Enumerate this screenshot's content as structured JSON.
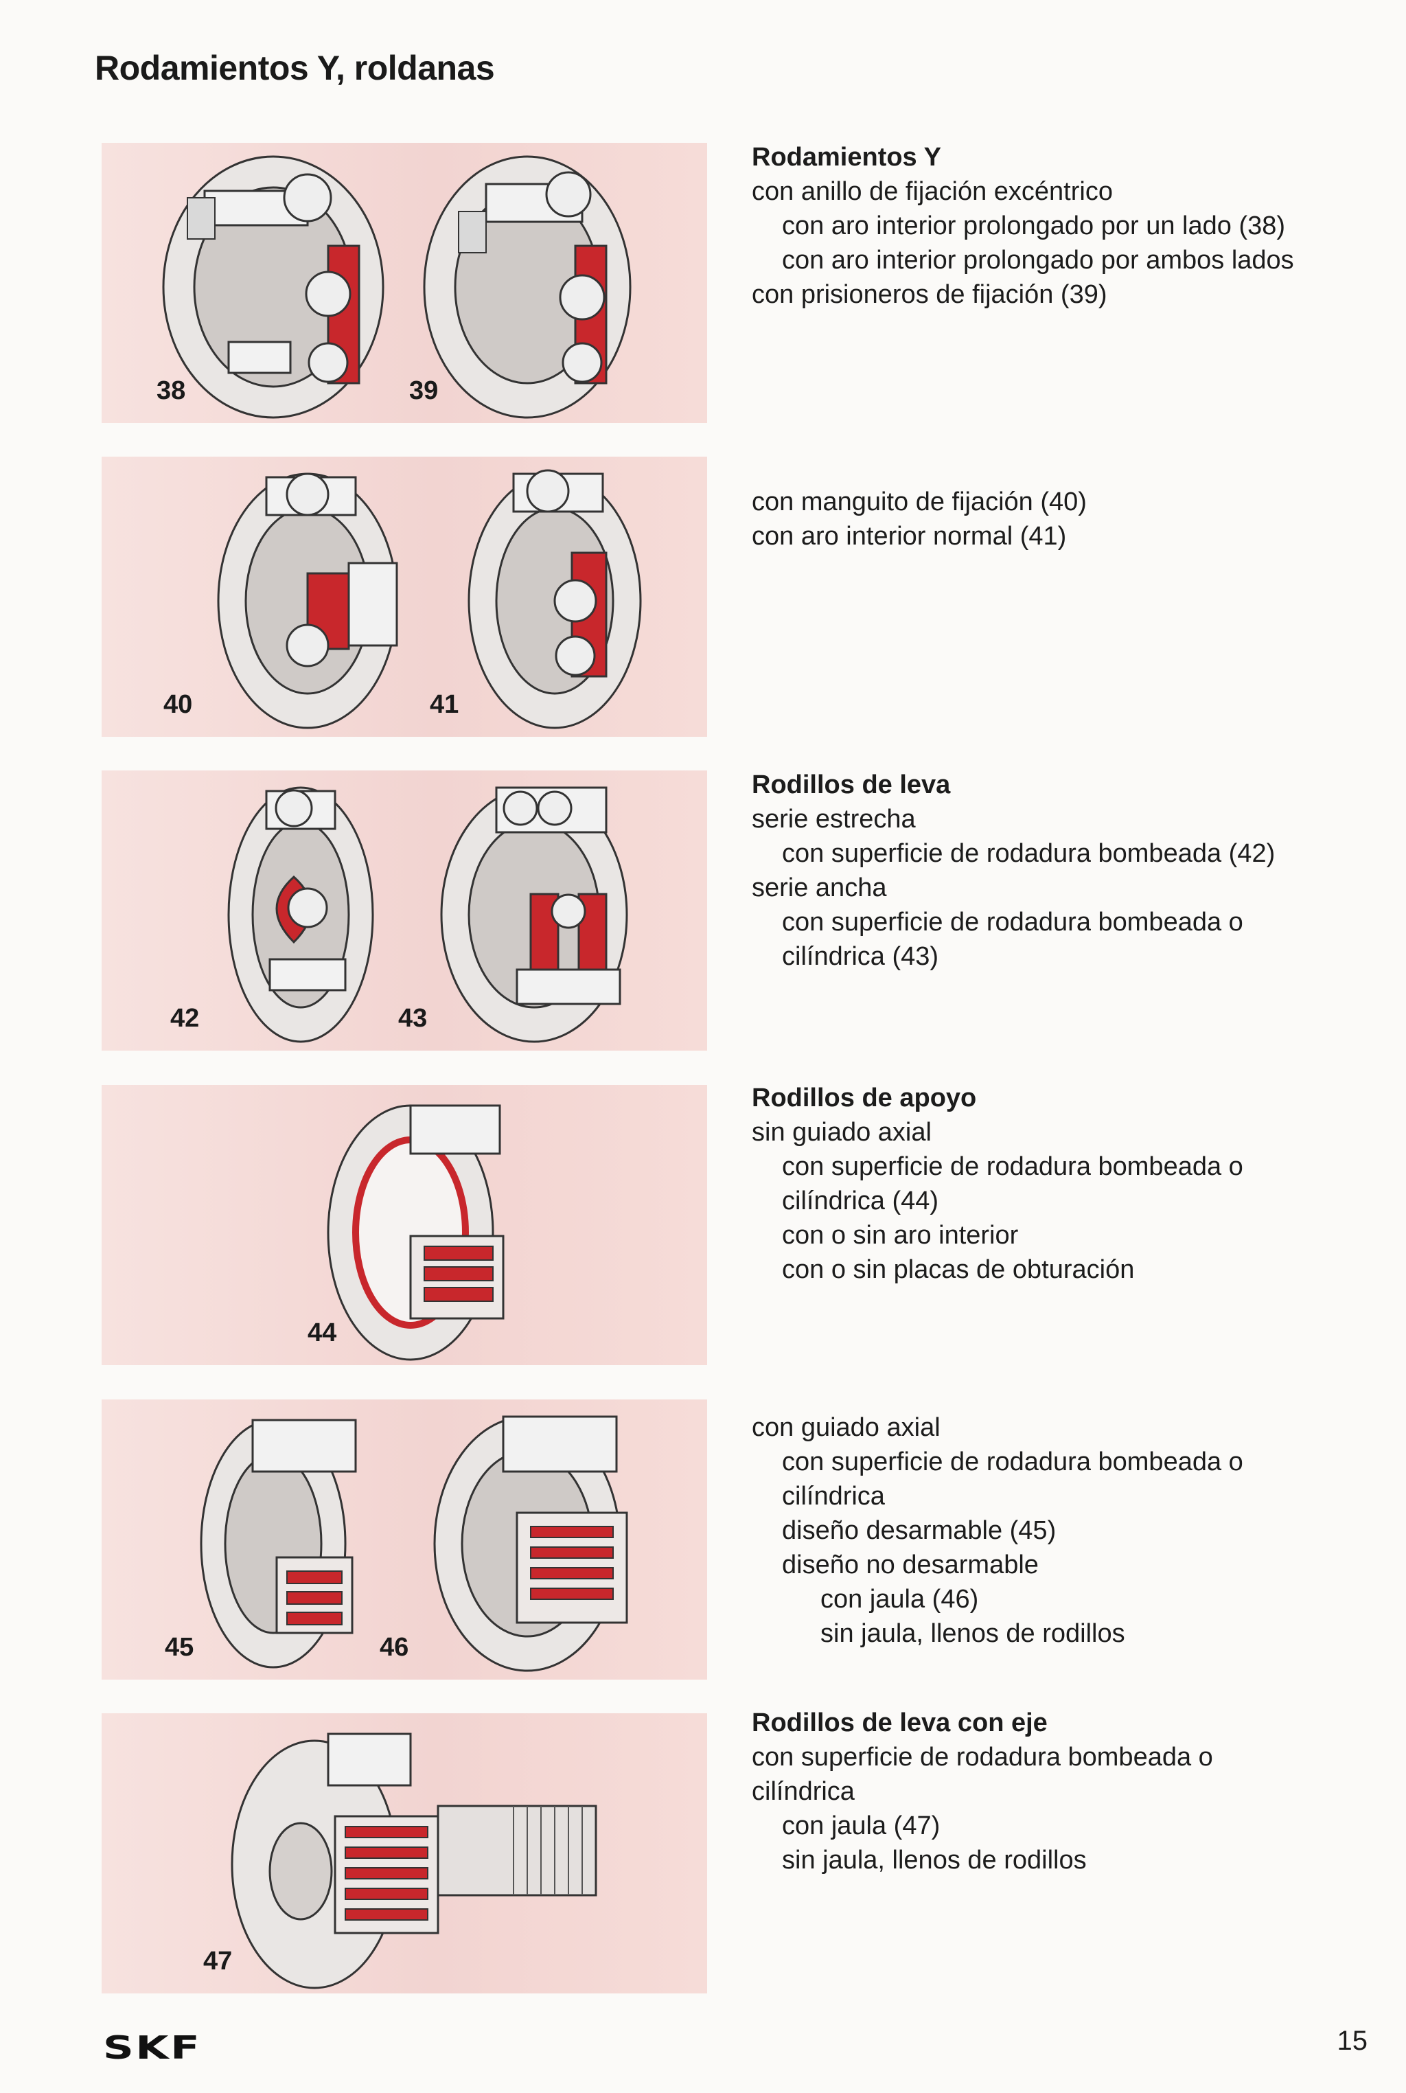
{
  "page": {
    "title": "Rodamientos Y, roldanas",
    "page_number": "15",
    "logo_text": "SKF"
  },
  "figures": [
    "38",
    "39",
    "40",
    "41",
    "42",
    "43",
    "44",
    "45",
    "46",
    "47"
  ],
  "sections": [
    {
      "heading": "Rodamientos Y",
      "lines": [
        {
          "text": "con anillo de fijación excéntrico",
          "level": 0
        },
        {
          "text": "con aro interior prolongado por un lado (38)",
          "level": 1
        },
        {
          "text": "con aro interior prolongado por ambos lados",
          "level": 1
        },
        {
          "text": "con prisioneros de fijación (39)",
          "level": 0
        }
      ]
    },
    {
      "heading": "",
      "lines": [
        {
          "text": "con manguito de fijación (40)",
          "level": 0
        },
        {
          "text": "con aro interior normal (41)",
          "level": 0
        }
      ]
    },
    {
      "heading": "Rodillos de leva",
      "lines": [
        {
          "text": "serie estrecha",
          "level": 0
        },
        {
          "text": "con superficie de rodadura bombeada (42)",
          "level": 1
        },
        {
          "text": "serie ancha",
          "level": 0
        },
        {
          "text": "con superficie de rodadura bombeada o",
          "level": 1
        },
        {
          "text": "cilíndrica (43)",
          "level": 1
        }
      ]
    },
    {
      "heading": "Rodillos de apoyo",
      "lines": [
        {
          "text": "sin guiado axial",
          "level": 0
        },
        {
          "text": "con superficie de rodadura bombeada o",
          "level": 1
        },
        {
          "text": "cilíndrica (44)",
          "level": 1
        },
        {
          "text": "con o sin aro interior",
          "level": 1
        },
        {
          "text": "con o sin placas de obturación",
          "level": 1
        }
      ]
    },
    {
      "heading": "",
      "lines": [
        {
          "text": "con guiado axial",
          "level": 0
        },
        {
          "text": "con superficie de rodadura bombeada o",
          "level": 1
        },
        {
          "text": "cilíndrica",
          "level": 1
        },
        {
          "text": "diseño desarmable (45)",
          "level": 1
        },
        {
          "text": "diseño no desarmable",
          "level": 1
        },
        {
          "text": "con jaula (46)",
          "level": 2
        },
        {
          "text": "sin jaula, llenos de rodillos",
          "level": 2
        }
      ]
    },
    {
      "heading": "Rodillos de leva con eje",
      "lines": [
        {
          "text": "con superficie de rodadura bombeada o",
          "level": 0
        },
        {
          "text": "cilíndrica",
          "level": 0
        },
        {
          "text": "con jaula (47)",
          "level": 1
        },
        {
          "text": "sin jaula, llenos de rodillos",
          "level": 1
        }
      ]
    }
  ]
}
